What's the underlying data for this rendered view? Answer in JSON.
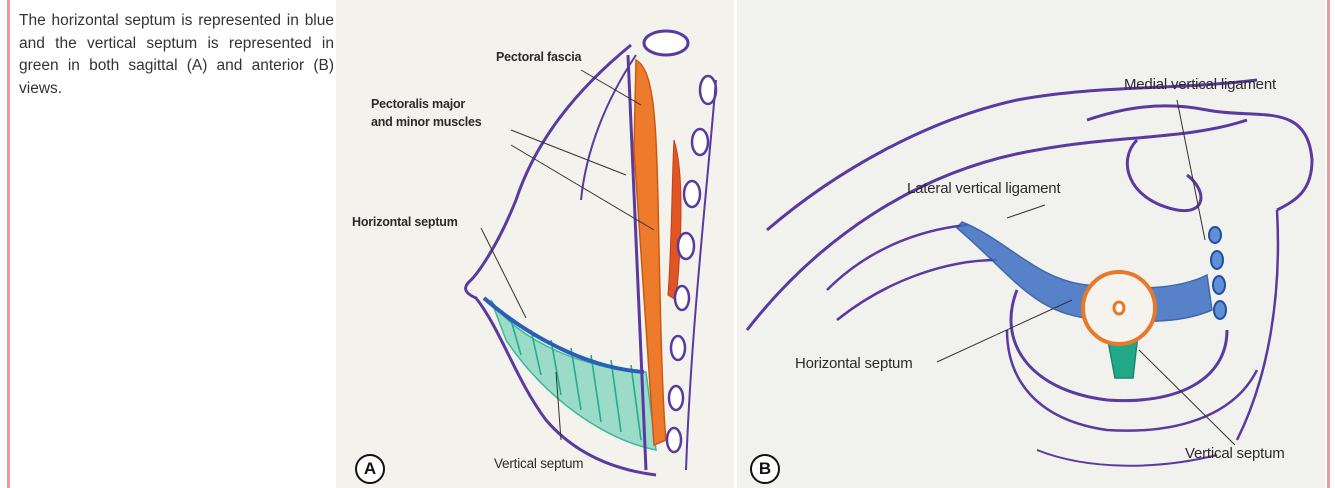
{
  "caption": "The horizontal septum is represented in blue and the vertical septum is represented in green in both sagittal (A) and anterior (B) views.",
  "panel_a": {
    "badge": "A",
    "labels": {
      "pectoral_fascia": "Pectoral fascia",
      "pectoralis_line1": "Pectoralis major",
      "pectoralis_line2": "and minor muscles",
      "horizontal_septum": "Horizontal septum",
      "vertical_septum": "Vertical septum"
    }
  },
  "panel_b": {
    "badge": "B",
    "labels": {
      "medial_vertical_ligament": "Medial vertical ligament",
      "lateral_vertical_ligament": "Lateral vertical ligament",
      "horizontal_septum": "Horizontal septum",
      "vertical_septum": "Vertical septum"
    }
  },
  "colors": {
    "outline": "#5a3a9e",
    "horizontal_septum": "#2a5fb8",
    "vertical_septum": "#1fae8f",
    "muscle": "#e8782a",
    "accent_rule": "#ec9aa1"
  }
}
